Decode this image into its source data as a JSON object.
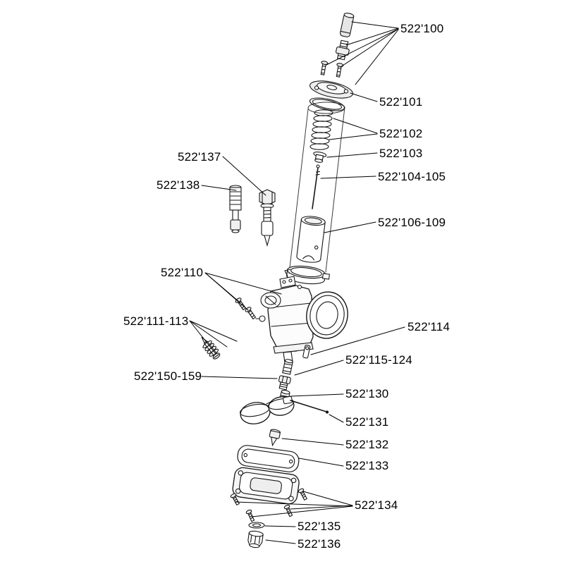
{
  "colors": {
    "line": "#161616",
    "background": "#ffffff"
  },
  "labels": [
    {
      "text": "522'100"
    },
    {
      "text": "522'101"
    },
    {
      "text": "522'102"
    },
    {
      "text": "522'103"
    },
    {
      "text": "522'104-105"
    },
    {
      "text": "522'106-109"
    },
    {
      "text": "522'137"
    },
    {
      "text": "522'138"
    },
    {
      "text": "522'110"
    },
    {
      "text": "522'111-113"
    },
    {
      "text": "522'114"
    },
    {
      "text": "522'115-124"
    },
    {
      "text": "522'150-159"
    },
    {
      "text": "522'130"
    },
    {
      "text": "522'131"
    },
    {
      "text": "522'132"
    },
    {
      "text": "522'133"
    },
    {
      "text": "522'134"
    },
    {
      "text": "522'135"
    },
    {
      "text": "522'136"
    }
  ]
}
